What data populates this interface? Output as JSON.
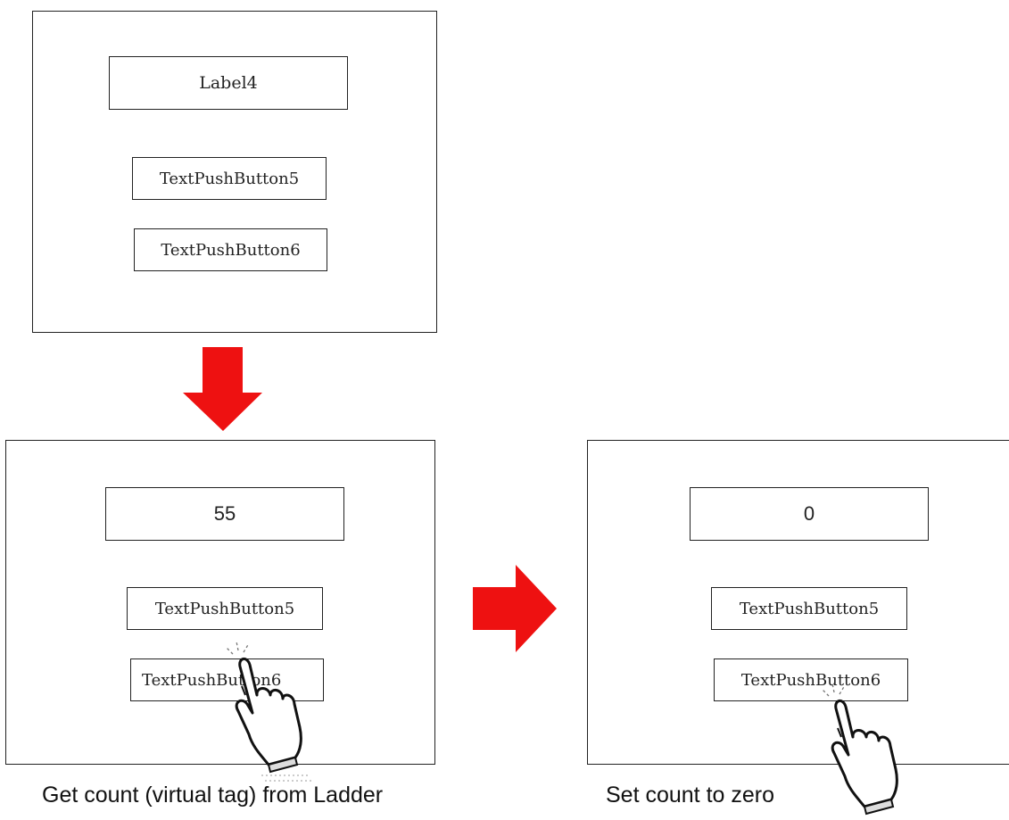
{
  "panels": {
    "initial": {
      "label": "Label4",
      "button1": "TextPushButton5",
      "button2": "TextPushButton6"
    },
    "get_count": {
      "label": "55",
      "button1": "TextPushButton5",
      "button2": "TextPushButton6",
      "caption": "Get count (virtual tag) from Ladder"
    },
    "reset": {
      "label": "0",
      "button1": "TextPushButton5",
      "button2": "TextPushButton6",
      "caption": "Set count to zero"
    }
  },
  "colors": {
    "arrow": "#ee1111",
    "outline": "#222222"
  },
  "icons": {
    "arrow_down": "arrow-down-icon",
    "arrow_right": "arrow-right-icon",
    "hand": "hand-pointer-icon"
  }
}
